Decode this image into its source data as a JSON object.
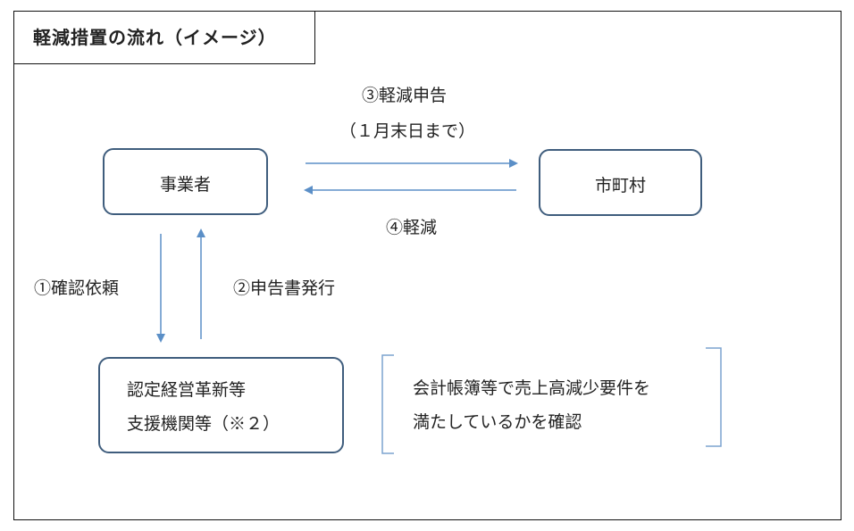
{
  "title": "軽減措置の流れ（イメージ）",
  "nodes": {
    "business": "事業者",
    "municipality": "市町村",
    "agency_line1": "認定経営革新等",
    "agency_line2": "支援機関等（※２）"
  },
  "flows": {
    "step1": "①確認依頼",
    "step2": "②申告書発行",
    "step3_line1": "③軽減申告",
    "step3_line2": "（１月末日まで）",
    "step4": "④軽減"
  },
  "note": {
    "line1": "会計帳簿等で売上高減少要件を",
    "line2": "満たしているかを確認"
  },
  "colors": {
    "node_border": "#3f5d7d",
    "arrow": "#5b8fc7",
    "bracket": "#7ba3cf"
  }
}
